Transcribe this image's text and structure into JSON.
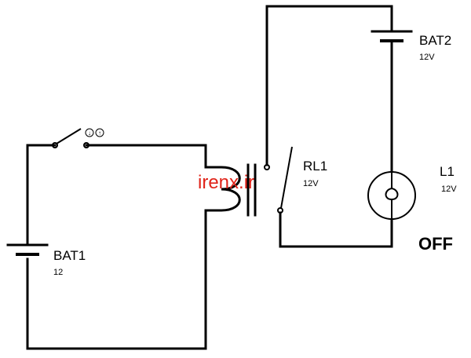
{
  "components": {
    "bat1": {
      "name": "BAT1",
      "value": "12"
    },
    "bat2": {
      "name": "BAT2",
      "value": "12V"
    },
    "relay": {
      "name": "RL1",
      "value": "12V"
    },
    "lamp": {
      "name": "L1",
      "value": "12V"
    }
  },
  "switch_icons": {
    "down": "↓",
    "up": "↑"
  },
  "lamp_state": "OFF",
  "watermark": "irenx.ir"
}
